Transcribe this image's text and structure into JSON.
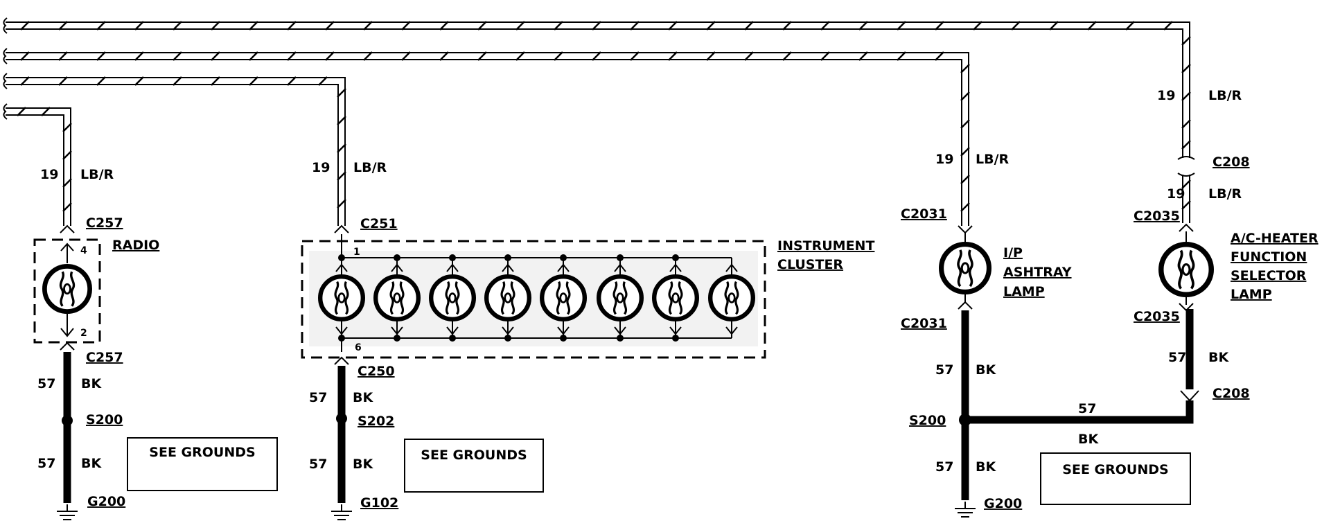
{
  "wires": {
    "lbr_circuit": "19",
    "lbr_color": "LB/R",
    "bk_circuit": "57",
    "bk_color": "BK"
  },
  "radio": {
    "connector_top": "C257",
    "connector_bottom": "C257",
    "name": "RADIO",
    "pin_top": "4",
    "pin_bottom": "2",
    "splice": "S200",
    "ground": "G200",
    "ground_box": "SEE GROUNDS"
  },
  "cluster": {
    "connector_top": "C251",
    "connector_bottom": "C250",
    "name_line1": "INSTRUMENT",
    "name_line2": "CLUSTER",
    "pin_top": "1",
    "pin_bottom": "6",
    "splice": "S202",
    "ground": "G102",
    "ground_box": "SEE GROUNDS"
  },
  "ashtray": {
    "connector_top": "C2031",
    "connector_bottom": "C2031",
    "name_line1": "I/P",
    "name_line2": "ASHTRAY",
    "name_line3": "LAMP",
    "splice": "S200",
    "ground": "G200",
    "ground_box": "SEE GROUNDS",
    "tie_circuit": "57",
    "tie_color": "BK"
  },
  "heater": {
    "connector_inline_top": "C208",
    "connector_top": "C2035",
    "connector_bottom": "C2035",
    "connector_inline_bottom": "C208",
    "name_line1": "A/C-HEATER",
    "name_line2": "FUNCTION",
    "name_line3": "SELECTOR",
    "name_line4": "LAMP"
  }
}
